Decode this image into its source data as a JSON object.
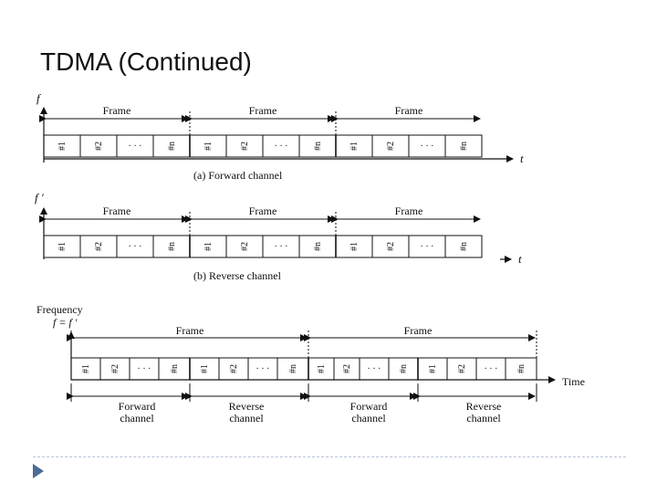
{
  "slide": {
    "title": "TDMA (Continued)"
  },
  "labels": {
    "frame": "Frame",
    "slot1": "#1",
    "slot2": "#2",
    "slotn": "#n",
    "dots": "· · ·",
    "t_axis": "t",
    "forward_caption": "(a) Forward channel",
    "reverse_caption": "(b) Reverse channel",
    "f_axis": "f",
    "f_prime_axis": "f ′",
    "frequency": "Frequency",
    "freq_eq": "f = f ′",
    "time": "Time",
    "forward": "Forward",
    "reverse": "Reverse",
    "channel": "channel"
  },
  "colors": {
    "footer_accent": "#4a6c97",
    "rule": "#b7c3d6"
  }
}
